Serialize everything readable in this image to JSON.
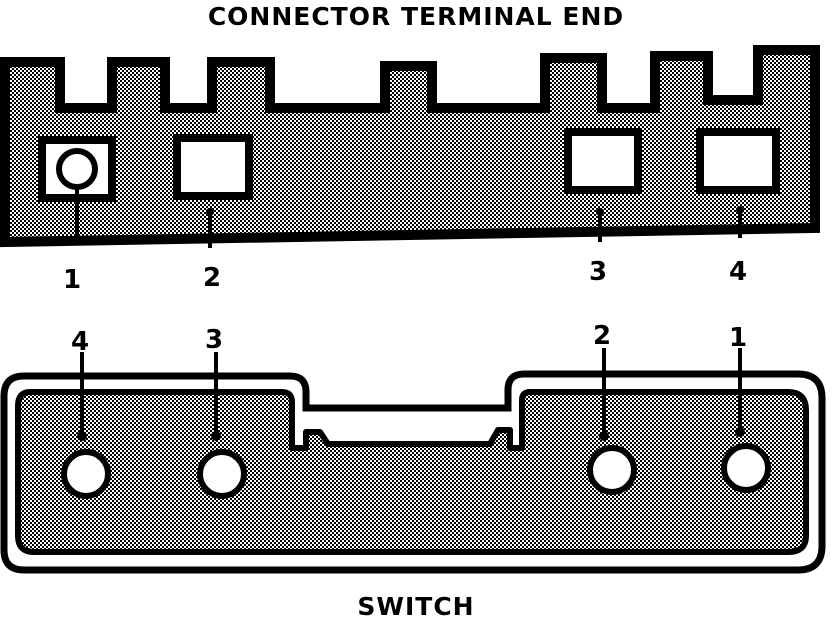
{
  "connector": {
    "title": "CONNECTOR TERMINAL END",
    "terminals": [
      {
        "label": "1",
        "shape": "round"
      },
      {
        "label": "2",
        "shape": "square"
      },
      {
        "label": "3",
        "shape": "square"
      },
      {
        "label": "4",
        "shape": "square"
      }
    ]
  },
  "switch": {
    "title": "SWITCH",
    "terminals": [
      {
        "label": "4"
      },
      {
        "label": "3"
      },
      {
        "label": "2"
      },
      {
        "label": "1"
      }
    ]
  },
  "colors": {
    "ink": "#000000",
    "paper": "#ffffff",
    "stipple_fill": "#a9a9a9"
  }
}
